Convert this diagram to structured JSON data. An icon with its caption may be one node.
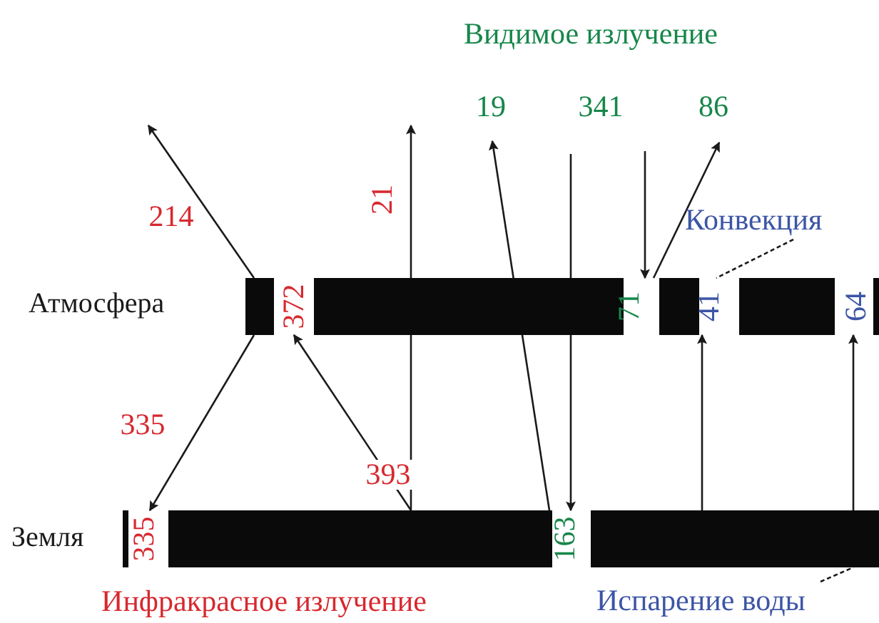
{
  "diagram": {
    "nodes": [
      {
        "text": [
          "Атмосфера"
        ]
      },
      {
        "text": [
          "Земля"
        ]
      },
      {
        "text": [
          "Конвекция"
        ]
      },
      {
        "text": [
          "Испарение воды"
        ]
      }
    ],
    "edges": [
      {
        "from": 0,
        "to": null,
        "arrow": "to",
        "label": "214"
      },
      {
        "from": 1,
        "to": null,
        "arrow": "to",
        "label": "21"
      },
      {
        "from": 1,
        "to": null,
        "arrow": "to",
        "label": "19"
      },
      {
        "from": null,
        "to": 1,
        "arrow": "to"
      },
      {
        "from": null,
        "to": 0,
        "arrow": "to"
      },
      {
        "from": 0,
        "to": null,
        "arrow": "to",
        "label": "86"
      },
      {
        "from": 0,
        "to": 1,
        "arrow": "to",
        "label": "335"
      },
      {
        "from": 1,
        "to": 0,
        "arrow": "to",
        "label": "393"
      },
      {
        "from": 1,
        "to": 0,
        "arrow": "to"
      },
      {
        "from": 1,
        "to": 0,
        "arrow": "to"
      },
      {
        "from": 2,
        "to": 0,
        "arrow": "none",
        "style": "dashed"
      },
      {
        "from": 3,
        "to": 1,
        "arrow": "none",
        "style": "dashed"
      }
    ],
    "labels": [
      "Видимое излучение",
      "341",
      "372",
      "71",
      "41",
      "64",
      "335",
      "163",
      "Инфракрасное излучение"
    ]
  }
}
